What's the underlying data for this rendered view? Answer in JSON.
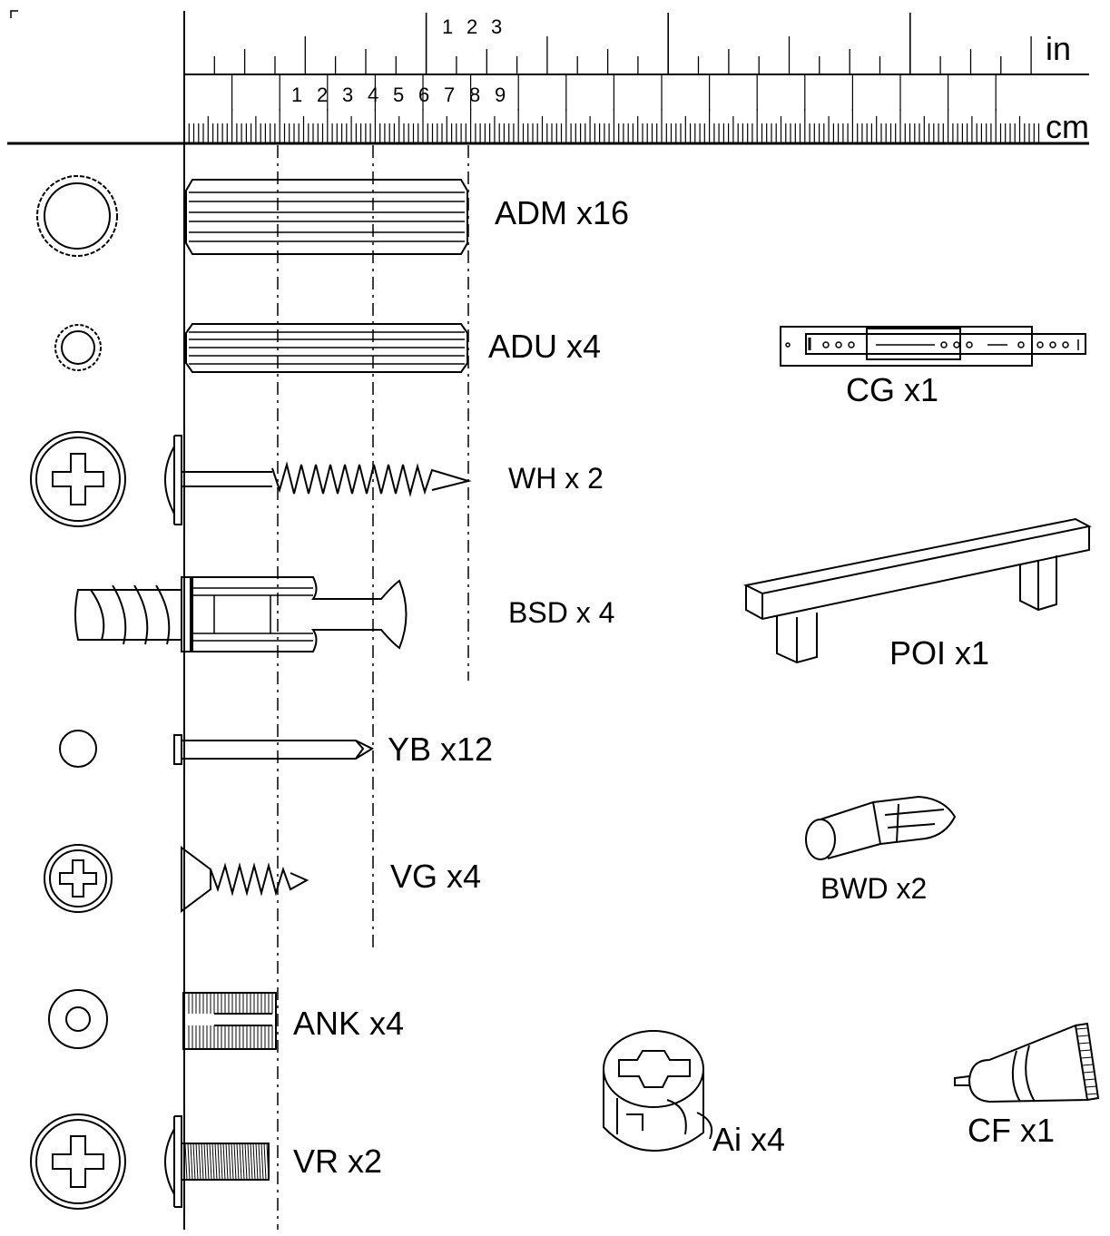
{
  "ruler": {
    "inch_unit": "in",
    "cm_unit": "cm",
    "inch_numbers": [
      "1",
      "2",
      "3"
    ],
    "cm_numbers": [
      "1",
      "2",
      "3",
      "4",
      "5",
      "6",
      "7",
      "8",
      "9"
    ]
  },
  "parts": [
    {
      "code": "ADM",
      "label": "ADM x16"
    },
    {
      "code": "ADU",
      "label": "ADU x4"
    },
    {
      "code": "WH",
      "label": "WH x 2"
    },
    {
      "code": "BSD",
      "label": "BSD x 4"
    },
    {
      "code": "YB",
      "label": "YB x12"
    },
    {
      "code": "VG",
      "label": "VG x4"
    },
    {
      "code": "ANK",
      "label": "ANK x4"
    },
    {
      "code": "VR",
      "label": "VR x2"
    },
    {
      "code": "CG",
      "label": "CG x1"
    },
    {
      "code": "POI",
      "label": "POI x1"
    },
    {
      "code": "BWD",
      "label": "BWD x2"
    },
    {
      "code": "Ai",
      "label": "Ai x4"
    },
    {
      "code": "CF",
      "label": "CF x1"
    }
  ]
}
